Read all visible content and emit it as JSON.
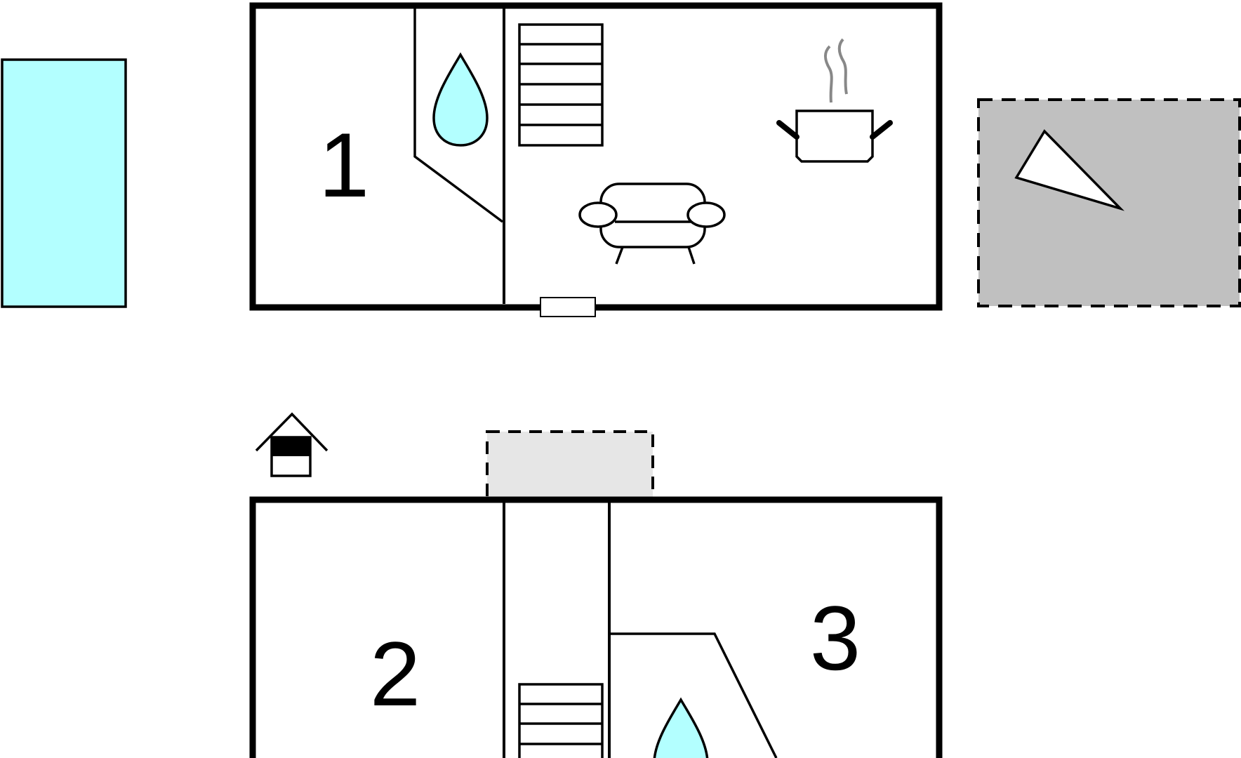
{
  "rooms": [
    {
      "id": "room-1",
      "label": "1"
    },
    {
      "id": "room-2",
      "label": "2"
    },
    {
      "id": "room-3",
      "label": "3"
    }
  ],
  "icons": [
    "pool-icon",
    "shower-icon",
    "stairs-icon",
    "kitchen-pot-icon",
    "sofa-icon",
    "door-icon",
    "terrace-icon",
    "sun-triangle-icon",
    "house-entrance-icon",
    "covered-area-icon"
  ],
  "colors": {
    "pool": "#b3ffff",
    "water": "#b3ffff",
    "terrace": "#c0c0c0",
    "covered_area": "#e6e6e6",
    "steam": "#888888",
    "walls": "#000000"
  }
}
